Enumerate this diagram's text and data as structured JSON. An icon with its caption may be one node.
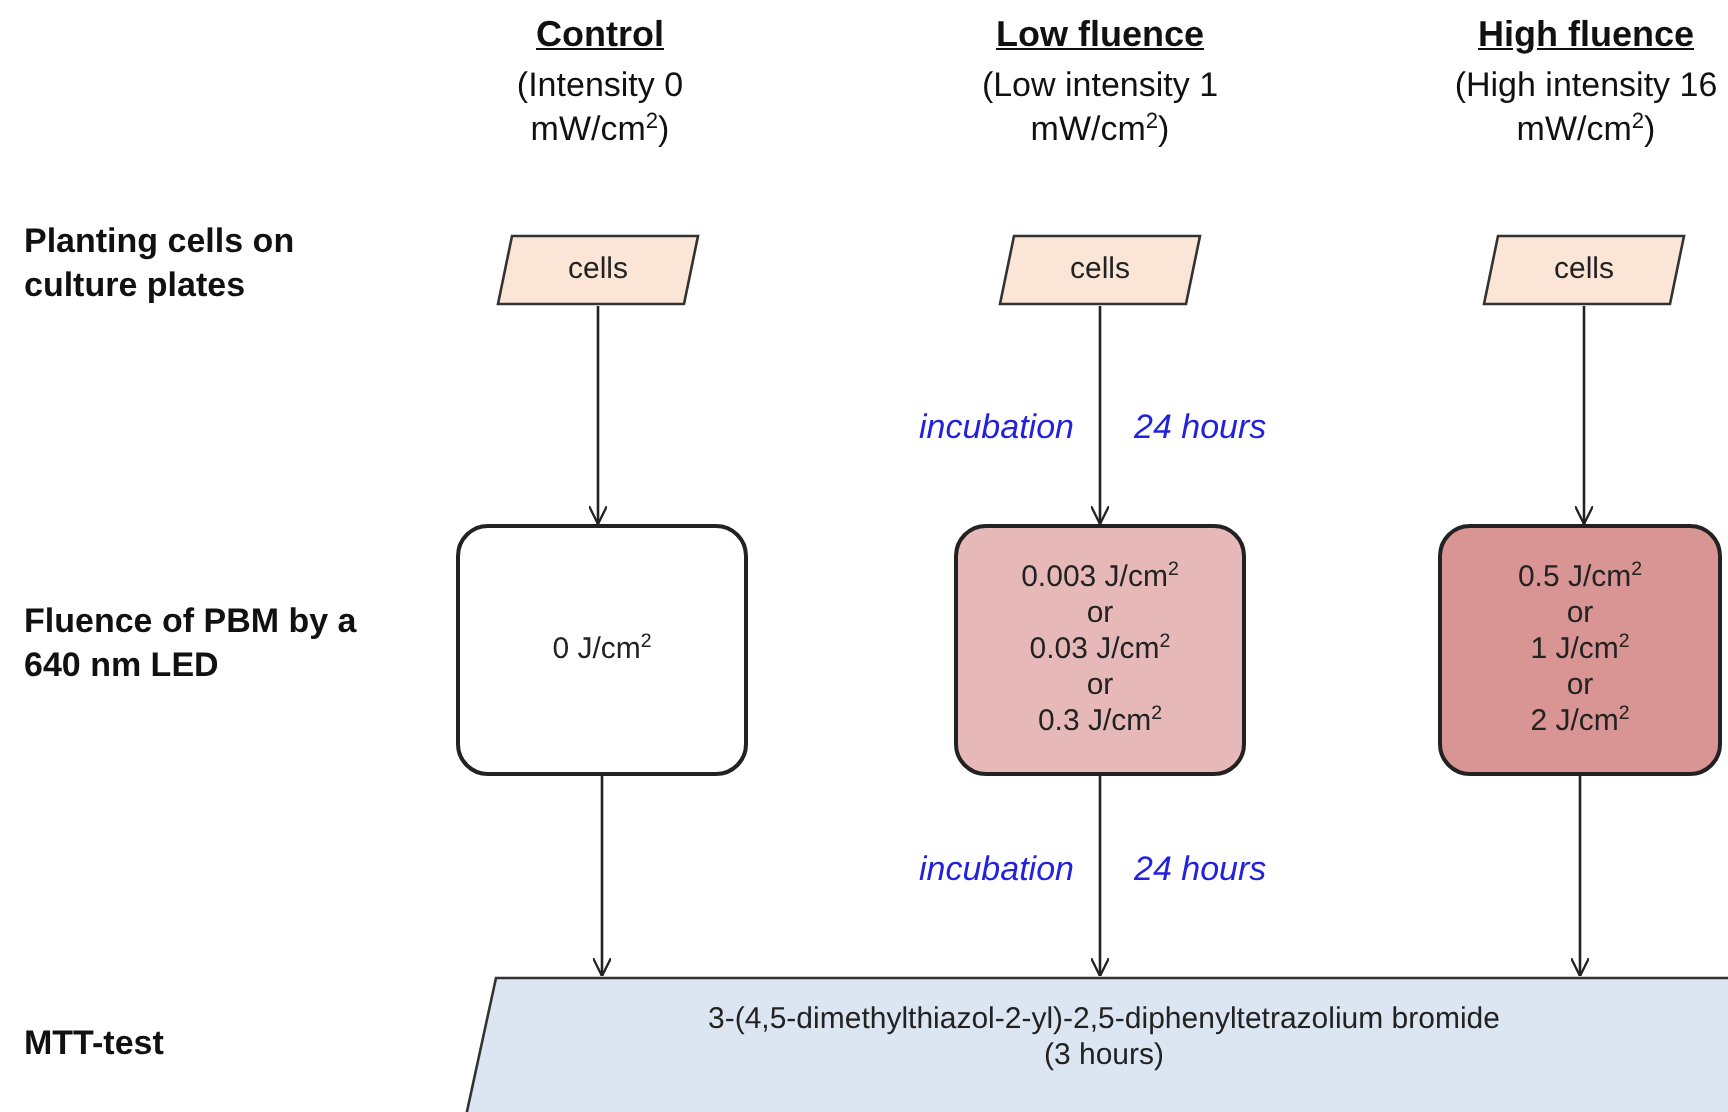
{
  "diagram": {
    "nodes": [
      {
        "text": [
          "cells"
        ]
      },
      {
        "text": [
          "cells"
        ]
      },
      {
        "text": [
          "cells"
        ]
      },
      {
        "text": [
          "0 J/cm$^{2}$"
        ]
      },
      {
        "text": [
          "0.003 J/cm$^{2}$",
          "or",
          "0.03 J/cm$^{2}$",
          "or",
          "0.3 J/cm$^{2}$"
        ]
      },
      {
        "text": [
          "0.5 J/cm$^{2}$",
          "or",
          "1 J/cm$^{2}$",
          "or",
          "2 J/cm$^{2}$"
        ]
      },
      {
        "text": [
          "3-(4,5-dimethylthiazol-2-yl)-2,5-diphenyltetrazolium bromide",
          "(3 hours)"
        ]
      }
    ],
    "edges": [
      {
        "from": 0,
        "to": 3,
        "arrow": "to"
      },
      {
        "from": 1,
        "to": 4,
        "arrow": "to"
      },
      {
        "from": 2,
        "to": 5,
        "arrow": "to"
      },
      {
        "from": 3,
        "to": 6,
        "arrow": "to"
      },
      {
        "from": 4,
        "to": 6,
        "arrow": "to"
      },
      {
        "from": 5,
        "to": 6,
        "arrow": "to"
      }
    ],
    "labels": [
      "Control",
      "Low fluence",
      "High fluence",
      "(Intensity 0 mW/cm$^{2}$)",
      "(Low intensity 1  mW/cm$^{2}$)",
      "(High intensity 16  mW/cm$^{2}$)",
      "Planting cells on culture plates",
      "incubation",
      "24 hours",
      "Fluence of PBM by a 640 nm LED",
      "incubation",
      "24 hours",
      "MTT-test"
    ]
  }
}
